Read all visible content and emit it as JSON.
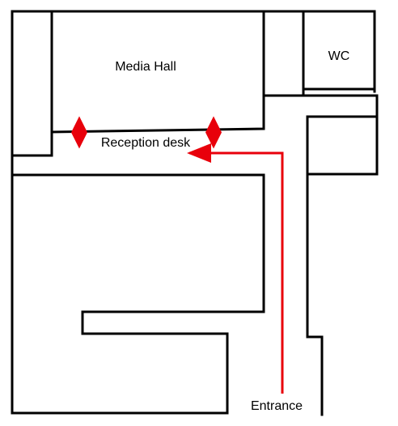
{
  "labels": {
    "media_hall": "Media Hall",
    "wc": "WC",
    "reception_desk": "Reception desk",
    "entrance": "Entrance"
  },
  "colors": {
    "walls": "#000000",
    "route": "#e8000b",
    "background": "#ffffff"
  }
}
